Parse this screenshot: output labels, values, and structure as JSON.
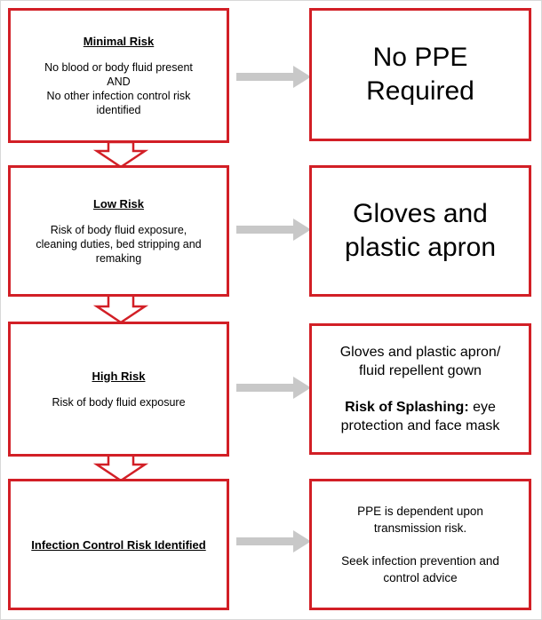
{
  "rows": [
    {
      "left": {
        "title": "Minimal Risk",
        "description": "No blood or body fluid present\nAND\nNo other infection control risk\nidentified"
      },
      "right": {
        "text": "No PPE\nRequired"
      }
    },
    {
      "left": {
        "title": "Low Risk",
        "description": "Risk of body fluid exposure,\ncleaning duties, bed stripping and\nremaking"
      },
      "right": {
        "text": "Gloves and\nplastic apron"
      }
    },
    {
      "left": {
        "title": "High Risk",
        "description": "Risk of body fluid exposure"
      },
      "right": {
        "text_1": "Gloves and plastic apron/\nfluid repellent gown",
        "emphasis": "Risk of Splashing:",
        "text_2": " eye\nprotection and face mask"
      }
    },
    {
      "left": {
        "title": "Infection Control Risk Identified",
        "description": ""
      },
      "right": {
        "text_1": "PPE is dependent upon\ntransmission risk.",
        "text_2": "Seek infection prevention and\ncontrol advice"
      }
    }
  ],
  "colors": {
    "box_border": "#d21f26",
    "arrow_gray": "#c8c8c8",
    "down_arrow_outline": "#d21f26"
  }
}
